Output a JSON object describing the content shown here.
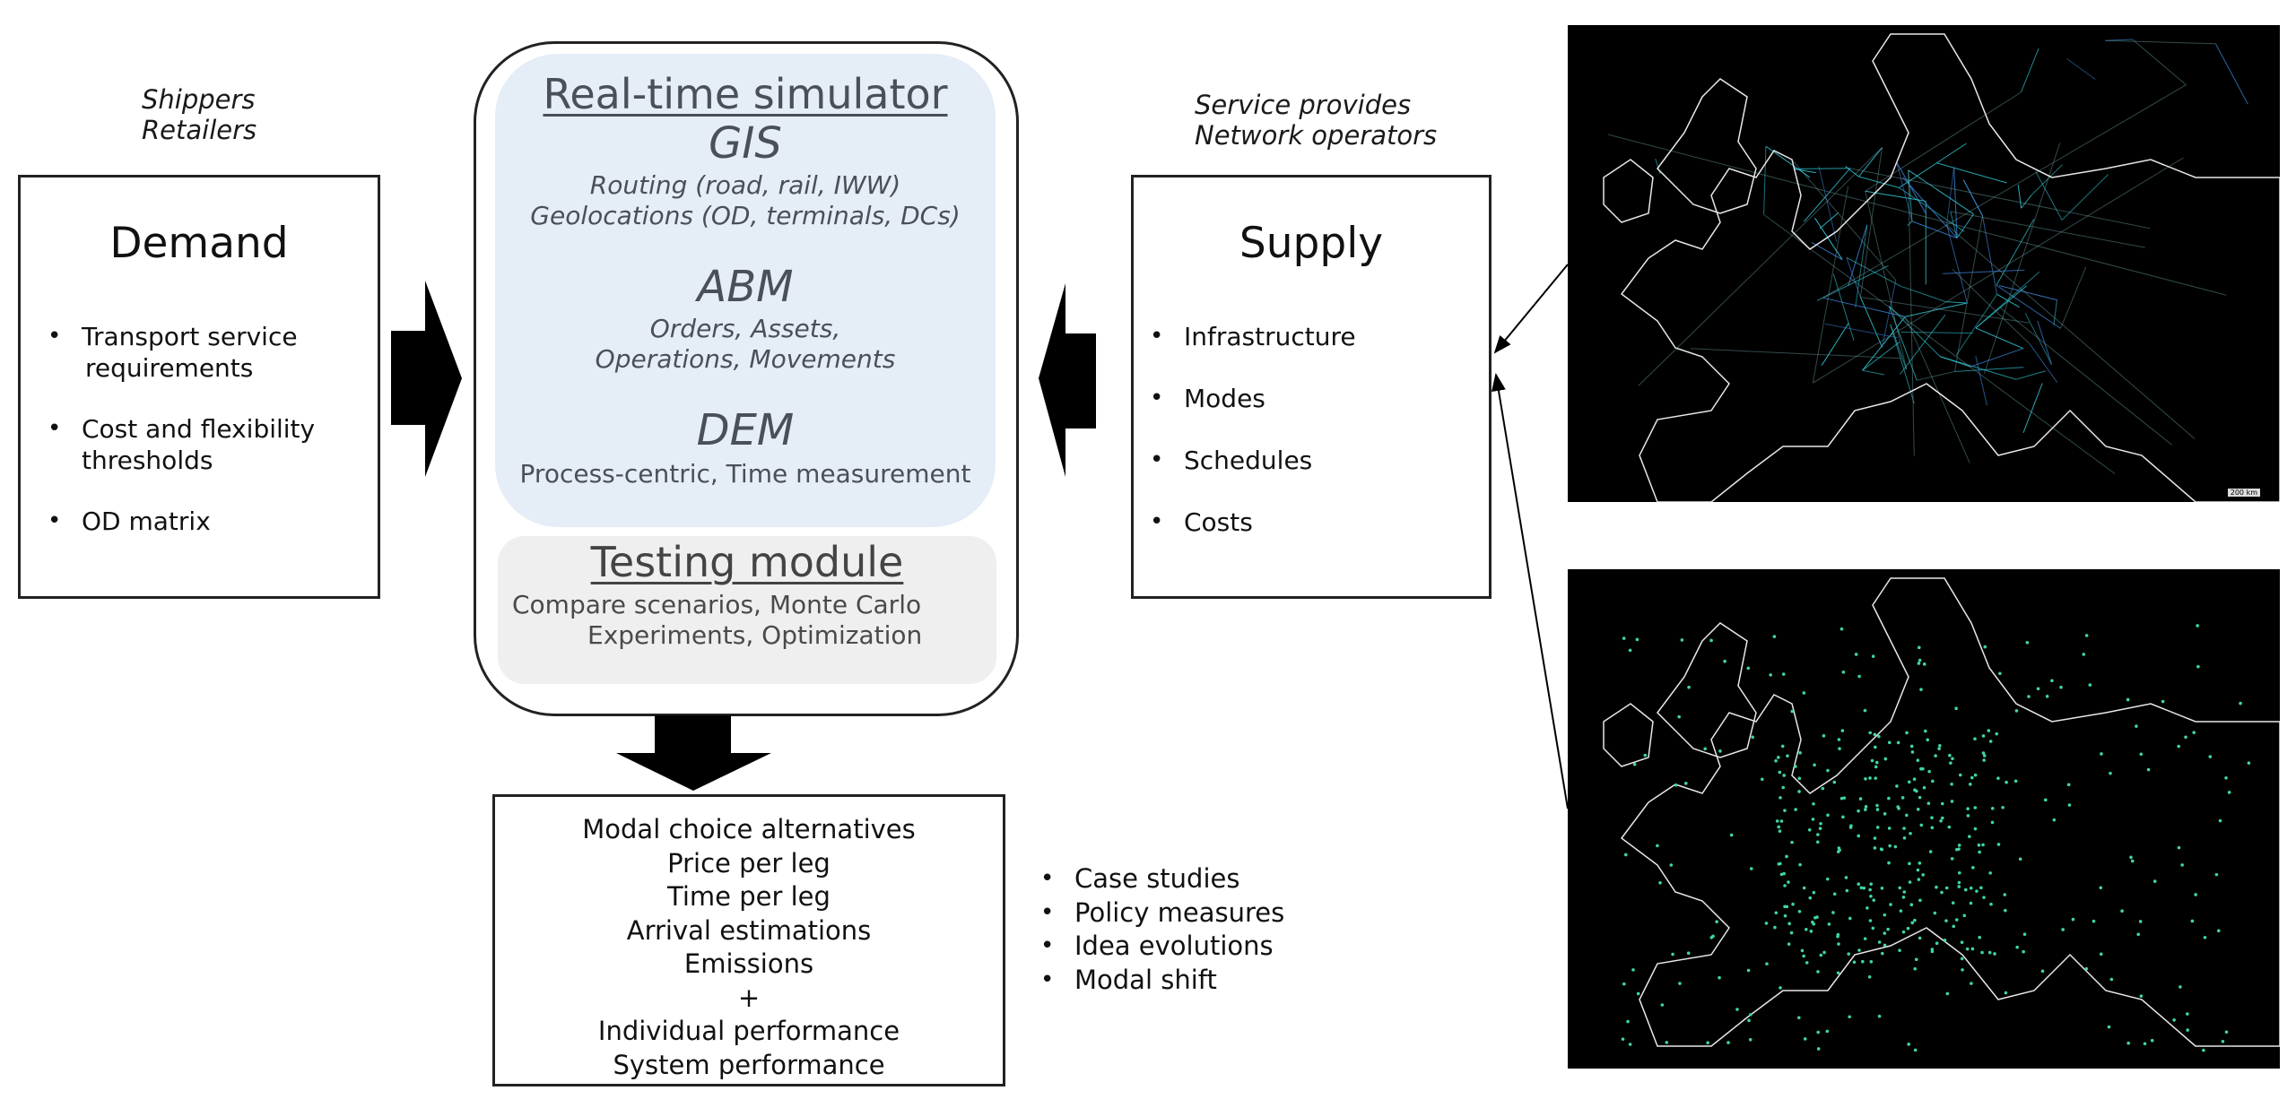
{
  "demand": {
    "stakeholders": [
      "Shippers",
      "Retailers"
    ],
    "title": "Demand",
    "items": [
      {
        "line1": "Transport service",
        "line2": "requirements"
      },
      {
        "line1": "Cost and flexibility",
        "line2": "thresholds"
      },
      {
        "line1": "OD matrix",
        "line2": ""
      }
    ]
  },
  "simulator": {
    "title": "Real-time simulator",
    "gis": {
      "title": "GIS",
      "lines": [
        "Routing (road, rail, IWW)",
        "Geolocations (OD, terminals, DCs)"
      ]
    },
    "abm": {
      "title": "ABM",
      "lines": [
        "Orders, Assets,",
        "Operations, Movements"
      ]
    },
    "dem": {
      "title": "DEM",
      "lines": [
        "Process-centric, Time measurement"
      ]
    },
    "colors": {
      "panel": "#e5edf7",
      "text": "#4a5058"
    }
  },
  "testing": {
    "title": "Testing module",
    "lines": [
      "Compare scenarios, Monte Carlo",
      "Experiments, Optimization"
    ],
    "color": "#efefef"
  },
  "supply": {
    "stakeholders": [
      "Service provides",
      "Network operators"
    ],
    "title": "Supply",
    "items": [
      "Infrastructure",
      "Modes",
      "Schedules",
      "Costs"
    ]
  },
  "outputs": {
    "lines": [
      "Modal choice alternatives",
      "Price per leg",
      "Time per leg",
      "Arrival estimations",
      "Emissions",
      "+",
      "Individual performance",
      "System performance"
    ]
  },
  "applications": {
    "items": [
      "Case studies",
      "Policy measures",
      "Idea evolutions",
      "Modal shift"
    ]
  },
  "maps": {
    "network": {
      "description": "European multimodal transport network map",
      "scale_label": "200 km",
      "line_color": "#2fc4cf"
    },
    "terminals": {
      "description": "European terminals / locations map",
      "point_color": "#3fd6a0"
    }
  }
}
